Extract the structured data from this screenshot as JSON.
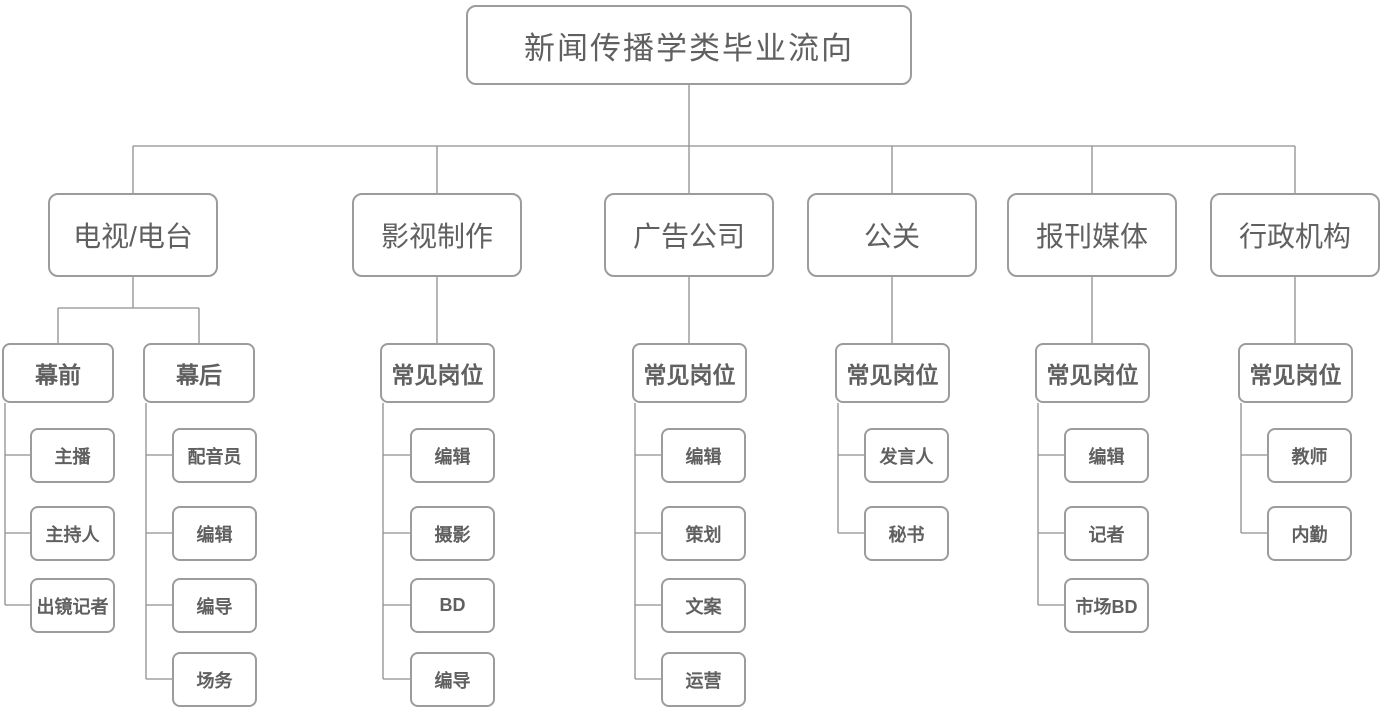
{
  "diagram": {
    "root": {
      "label": "新闻传播学类毕业流向"
    },
    "branches": [
      {
        "label": "电视/电台",
        "groups": [
          {
            "label": "幕前",
            "jobs": [
              "主播",
              "主持人",
              "出镜记者"
            ]
          },
          {
            "label": "幕后",
            "jobs": [
              "配音员",
              "编辑",
              "编导",
              "场务"
            ]
          }
        ]
      },
      {
        "label": "影视制作",
        "groups": [
          {
            "label": "常见岗位",
            "jobs": [
              "编辑",
              "摄影",
              "BD",
              "编导"
            ]
          }
        ]
      },
      {
        "label": "广告公司",
        "groups": [
          {
            "label": "常见岗位",
            "jobs": [
              "编辑",
              "策划",
              "文案",
              "运营"
            ]
          }
        ]
      },
      {
        "label": "公关",
        "groups": [
          {
            "label": "常见岗位",
            "jobs": [
              "发言人",
              "秘书"
            ]
          }
        ]
      },
      {
        "label": "报刊媒体",
        "groups": [
          {
            "label": "常见岗位",
            "jobs": [
              "编辑",
              "记者",
              "市场BD"
            ]
          }
        ]
      },
      {
        "label": "行政机构",
        "groups": [
          {
            "label": "常见岗位",
            "jobs": [
              "教师",
              "内勤"
            ]
          }
        ]
      }
    ],
    "colors": {
      "box_border": "#9c9c9c",
      "text": "#606060",
      "line": "#8f8f8f",
      "background": "#ffffff"
    }
  }
}
